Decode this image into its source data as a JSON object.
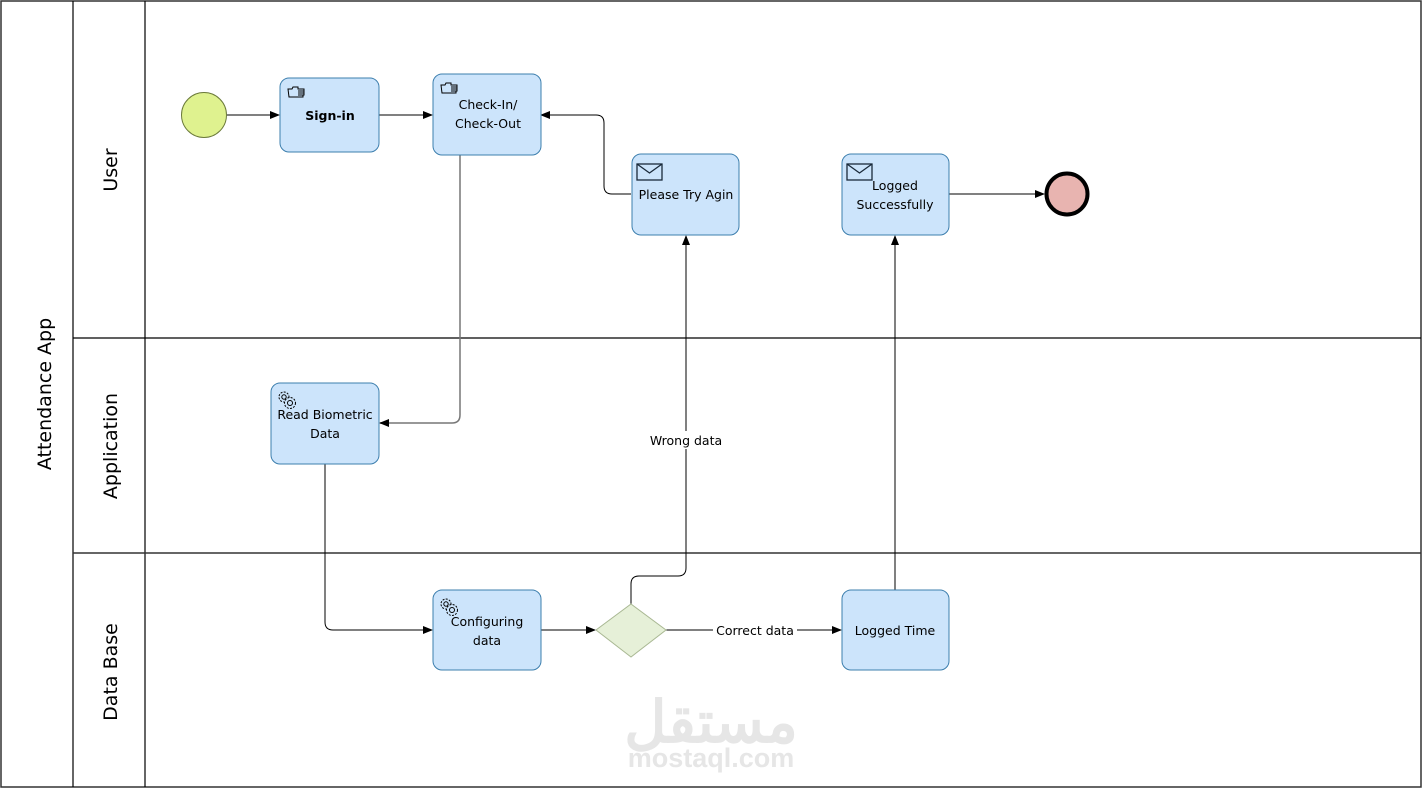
{
  "pool": {
    "title": "Attendance App",
    "lanes": [
      {
        "id": "user",
        "label": "User"
      },
      {
        "id": "application",
        "label": "Application"
      },
      {
        "id": "database",
        "label": "Data Base"
      }
    ]
  },
  "nodes": {
    "start": {
      "type": "start-event",
      "color": "#dff28f"
    },
    "sign_in": {
      "type": "manual-task",
      "icon": "hand-icon",
      "lines": [
        "Sign-in"
      ],
      "bold": true
    },
    "check_in_out": {
      "type": "manual-task",
      "icon": "hand-icon",
      "lines": [
        "Check-In/",
        "Check-Out"
      ]
    },
    "please_try_again": {
      "type": "send-task",
      "icon": "envelope-icon",
      "lines": [
        "Please Try Agin"
      ]
    },
    "logged_successfully": {
      "type": "send-task",
      "icon": "envelope-icon",
      "lines": [
        "Logged",
        "Successfully"
      ]
    },
    "end": {
      "type": "end-event",
      "color": "#e8b4b0"
    },
    "read_biometric": {
      "type": "service-task",
      "icon": "gear-icon",
      "lines": [
        "Read Biometric",
        "Data"
      ]
    },
    "configuring_data": {
      "type": "service-task",
      "icon": "gear-icon",
      "lines": [
        "Configuring",
        "data"
      ]
    },
    "gateway": {
      "type": "exclusive-gateway",
      "color": "#e6f0d8"
    },
    "logged_time": {
      "type": "task",
      "lines": [
        "Logged Time"
      ]
    }
  },
  "edges": {
    "wrong_data": "Wrong data",
    "correct_data": "Correct data"
  },
  "colors": {
    "task_fill": "#cce4fb",
    "task_stroke": "#3d7fae",
    "line": "#000000"
  },
  "watermark": {
    "arabic": "مستقل",
    "latin": "mostaql.com"
  }
}
